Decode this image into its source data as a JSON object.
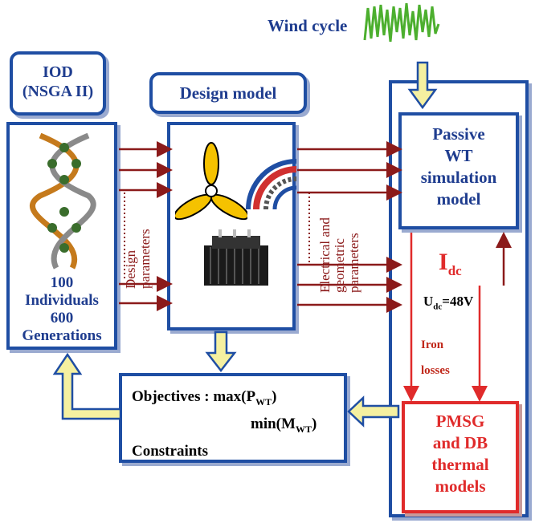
{
  "wind_cycle_label": "Wind cycle",
  "iod": {
    "line1": "IOD",
    "line2": "(NSGA II)"
  },
  "individuals": {
    "count": "100",
    "individuals_label": "Individuals",
    "generations": "600",
    "generations_label": "Generations"
  },
  "design_model_title": "Design model",
  "design_parameters": {
    "line1": "Design",
    "line2": "parameters"
  },
  "electrical_parameters": {
    "line1": "Electrical and",
    "line2": "geometric",
    "line3": "parameters"
  },
  "simulation": {
    "line1": "Passive",
    "line2": "WT",
    "line3": "simulation",
    "line4": "model"
  },
  "idc": {
    "symbol": "I",
    "sub": "dc"
  },
  "udc": {
    "symbol": "U",
    "sub": "dc",
    "value": "=48V"
  },
  "iron_losses": {
    "line1": "Iron",
    "line2": "losses"
  },
  "thermal": {
    "line1": "PMSG",
    "line2": "and DB",
    "line3": "thermal",
    "line4": "models"
  },
  "objectives": {
    "label": "Objectives :",
    "max_text": "max(P",
    "max_sub": "WT",
    "min_text": "min(M",
    "min_sub": "WT",
    "close": ")",
    "constraints": "Constraints"
  },
  "colors": {
    "blue": "#1f4ea3",
    "text_blue": "#1f3d8f",
    "dark_red": "#8b1a1a",
    "red": "#e02b2b",
    "wave_green": "#4caf2e",
    "yellow": "#f5f0a0"
  }
}
